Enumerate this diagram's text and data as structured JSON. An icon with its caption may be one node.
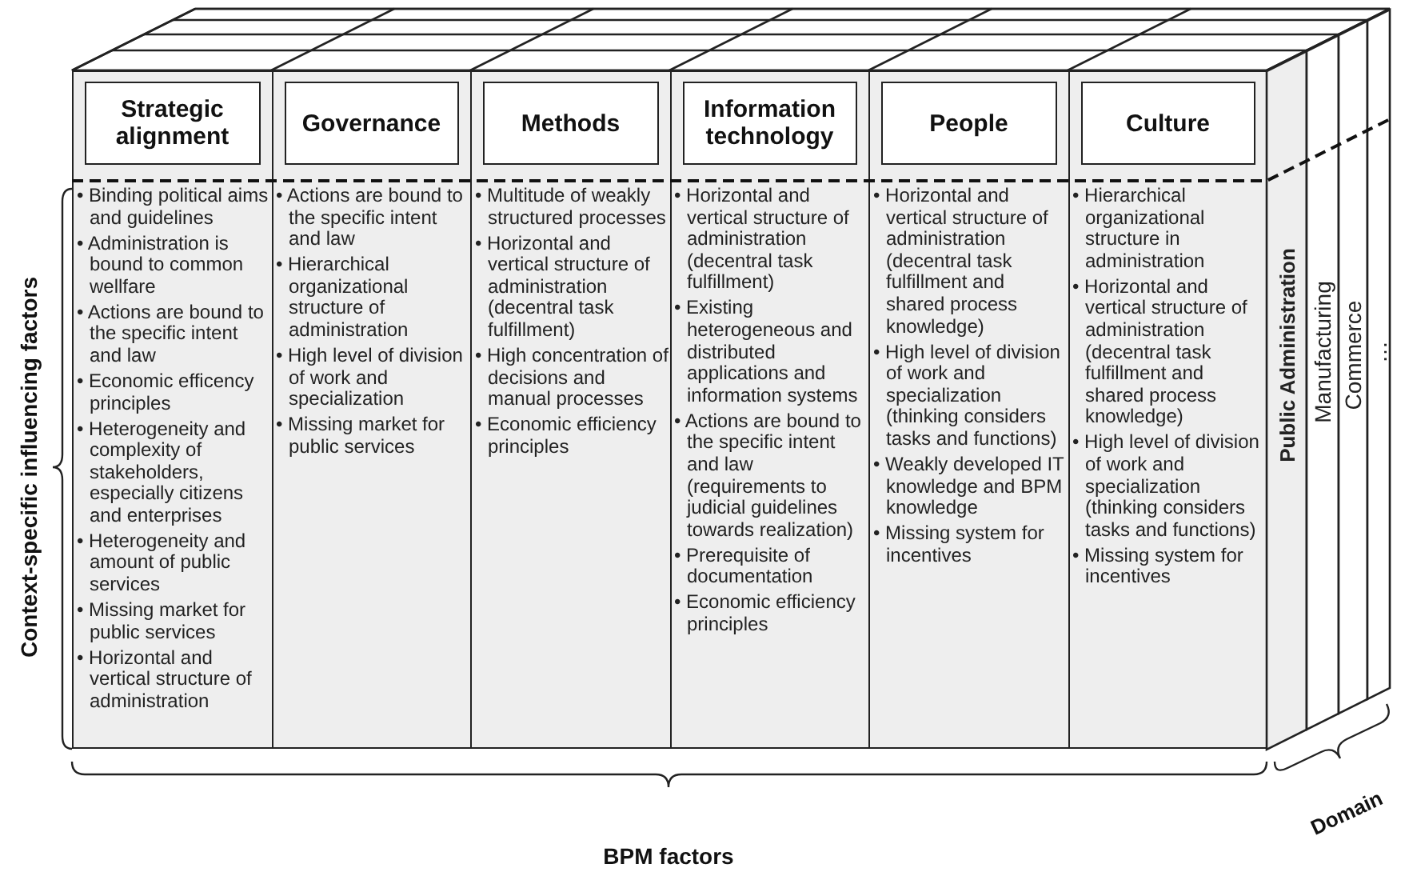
{
  "diagram": {
    "nodes": [
      {
        "text": [
          "• Binding political aims and guidelines",
          "• Administration is bound to common wellfare",
          "• Actions are bound to the specific intent and law",
          "• Economic efficency principles",
          "• Heterogeneity and complexity of stakeholders, especially citizens and enterprises",
          "• Heterogeneity and amount of public services",
          "• Missing market for public services",
          "• Horizontal and vertical structure of administration"
        ]
      },
      {
        "text": [
          "Strategic alignment"
        ],
        "in": 0
      },
      {
        "text": [
          "• Actions are bound to the specific intent and law",
          "• Hierarchical organizational structure of administration",
          "• High level of division of work and specialization",
          "• Missing market for public services"
        ]
      },
      {
        "text": [
          "Governance"
        ],
        "in": 2
      },
      {
        "text": [
          "• Multitude of weakly structured processes",
          "• Horizontal and vertical structure of administration (decentral task fulfillment)",
          "• High concentration of decisions and manual processes",
          "• Economic efficiency principles"
        ]
      },
      {
        "text": [
          "Methods"
        ],
        "in": 4
      },
      {
        "text": [
          "• Horizontal and vertical structure of administration (decentral task fulfillment)",
          "• Existing heterogeneous and distributed applications and information systems",
          "• Actions are bound to the specific intent and law (requirements to judicial guidelines towards realization)",
          "• Prerequisite of documentation",
          "• Economic efficiency principles"
        ]
      },
      {
        "text": [
          "Information technology"
        ],
        "in": 6
      },
      {
        "text": [
          "• Horizontal and vertical structure of administration (decentral task fulfillment and shared process knowledge)",
          "• High level of division of work and specialization (thinking considers tasks and functions)",
          "• Weakly developed IT knowledge and BPM knowledge",
          "• Missing system for incentives"
        ]
      },
      {
        "text": [
          "People"
        ],
        "in": 8
      },
      {
        "text": [
          "• Hierarchical organizational structure in administration",
          "• Horizontal and vertical structure of administration (decentral task fulfillment and shared process knowledge)",
          "• High level of division of work and specialization (thinking considers tasks and functions)",
          "• Missing system for incentives"
        ]
      },
      {
        "text": [
          "Culture"
        ],
        "in": 10
      },
      {
        "text": [
          "Public Administration"
        ]
      },
      {
        "text": [
          "Manufacturing"
        ]
      },
      {
        "text": [
          "Commerce"
        ]
      },
      {
        "text": [
          "…"
        ]
      }
    ],
    "labels": [
      "Context-specific influencing factors",
      "BPM factors",
      "Domain"
    ]
  }
}
